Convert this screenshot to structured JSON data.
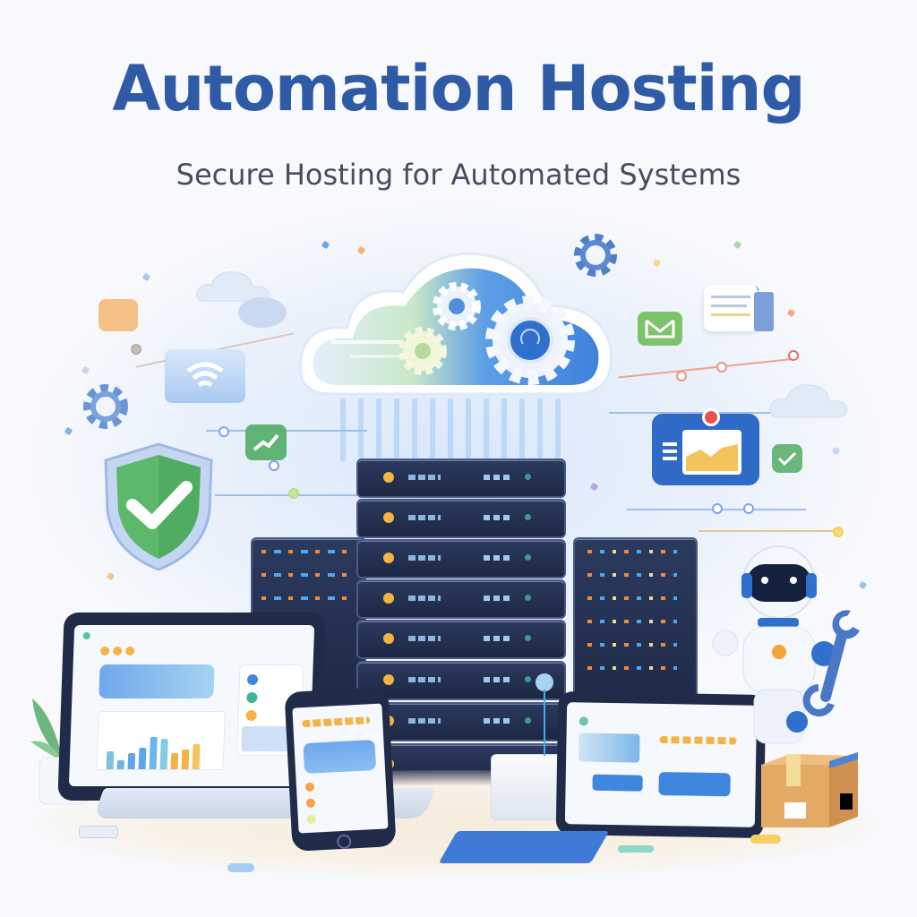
{
  "header": {
    "title": "Automation Hosting",
    "subtitle": "Secure Hosting for Automated Systems"
  },
  "colors": {
    "title": "#2f5aa6",
    "subtitle": "#454d5e",
    "server": "#1f2b48",
    "accent_blue": "#3b7fe0",
    "accent_green": "#5cb86a",
    "accent_orange": "#f3b24a",
    "background": "#f8f9fc"
  },
  "illustration": {
    "elements": [
      {
        "name": "cloud-with-gears",
        "icon": "cloud-gear-icon"
      },
      {
        "name": "server-stack",
        "icon": "server-icon"
      },
      {
        "name": "security-shield",
        "icon": "shield-check-icon"
      },
      {
        "name": "laptop-dashboard",
        "icon": "laptop-icon"
      },
      {
        "name": "smartphone",
        "icon": "phone-icon"
      },
      {
        "name": "tablet",
        "icon": "tablet-icon"
      },
      {
        "name": "robot-with-wrench",
        "icon": "robot-icon"
      },
      {
        "name": "cardboard-box",
        "icon": "package-icon"
      },
      {
        "name": "wifi-card",
        "icon": "wifi-icon"
      },
      {
        "name": "email-card",
        "icon": "mail-icon"
      },
      {
        "name": "analytics-card",
        "icon": "chart-icon"
      },
      {
        "name": "document-card",
        "icon": "document-icon"
      },
      {
        "name": "potted-plant",
        "icon": "plant-icon"
      }
    ]
  }
}
